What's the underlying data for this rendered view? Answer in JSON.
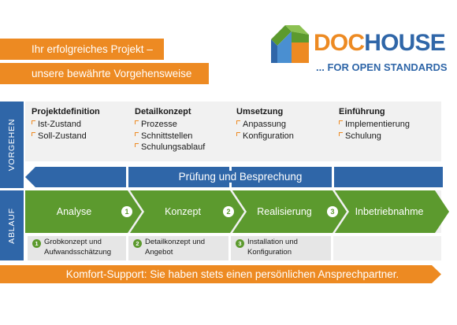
{
  "banner": {
    "line1": "Ihr erfolgreiches Projekt –",
    "line2": "unsere bewährte Vorgehensweise"
  },
  "logo": {
    "doc": "DOC",
    "house": "HOUSE",
    "tagline": "... FOR OPEN STANDARDS",
    "icon": "house-cube-icon"
  },
  "side_labels": {
    "vorgehen": "VORGEHEN",
    "ablauf": "ABLAUF"
  },
  "phases": [
    {
      "title": "Projektdefinition",
      "items": [
        "Ist-Zustand",
        "Soll-Zustand"
      ]
    },
    {
      "title": "Detailkonzept",
      "items": [
        "Prozesse",
        "Schnittstellen",
        "Schulungsablauf"
      ]
    },
    {
      "title": "Umsetzung",
      "items": [
        "Anpassung",
        "Konfiguration"
      ]
    },
    {
      "title": "Einführung",
      "items": [
        "Implementierung",
        "Schulung"
      ]
    }
  ],
  "review": {
    "label": "Prüfung und Besprechung"
  },
  "steps": [
    {
      "label": "Analyse",
      "badge": "1"
    },
    {
      "label": "Konzept",
      "badge": "2"
    },
    {
      "label": "Realisierung",
      "badge": "3"
    },
    {
      "label": "Inbetriebnahme"
    }
  ],
  "results": [
    {
      "num": "1",
      "text": "Grobkonzept und\nAufwandsschätzung"
    },
    {
      "num": "2",
      "text": "Detailkonzept und\nAngebot"
    },
    {
      "num": "3",
      "text": "Installation und\nKonfiguration"
    }
  ],
  "support": {
    "label": "Komfort-Support: Sie haben stets einen persönlichen Ansprechpartner."
  },
  "colors": {
    "orange": "#ed8a22",
    "blue": "#2f66a8",
    "green": "#5c9a2e",
    "light_gray": "#f1f1f1"
  }
}
